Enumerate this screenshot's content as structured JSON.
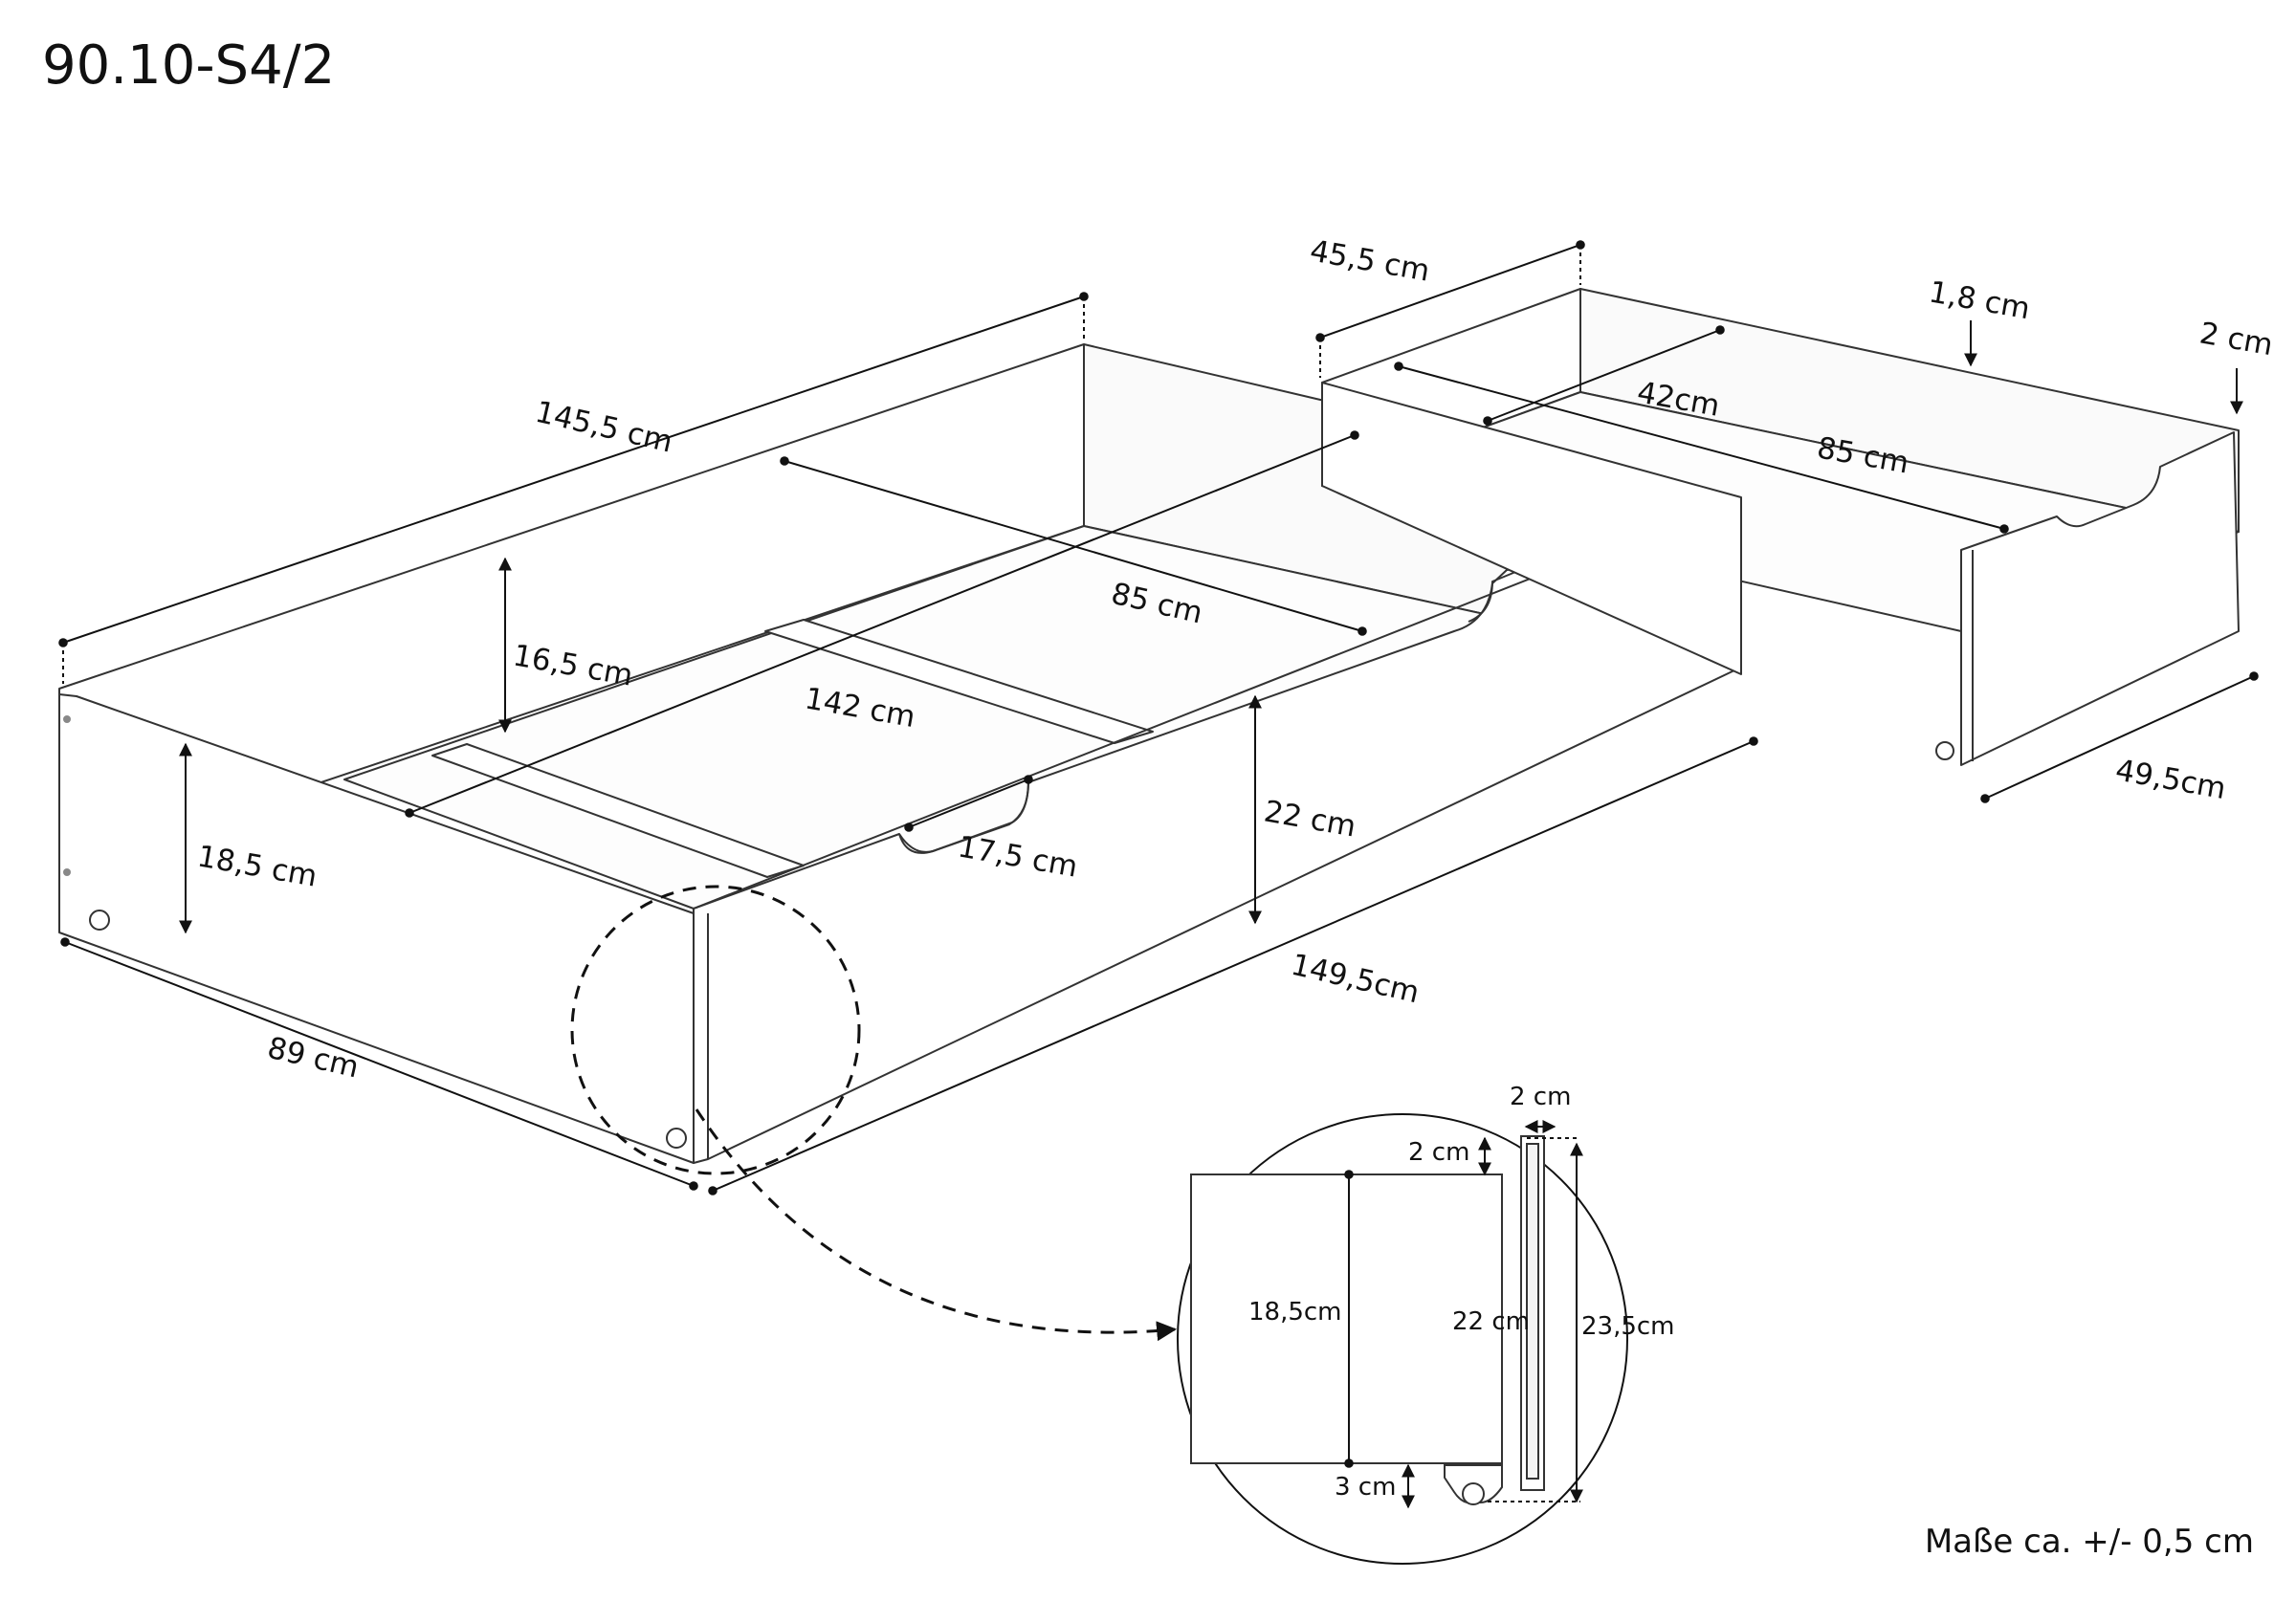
{
  "title": "90.10-S4/2",
  "note": "Maße ca. +/- 0,5 cm",
  "drawer_large": {
    "length_top": "145,5 cm",
    "length_bottom": "149,5cm",
    "depth_front": "89 cm",
    "inner_length": "142 cm",
    "inner_depth": "85 cm",
    "inner_height": "16,5 cm",
    "side_height": "18,5 cm",
    "front_height": "22 cm",
    "handle_depth": "17,5 cm"
  },
  "drawer_small": {
    "depth_back": "45,5 cm",
    "board_thickness": "1,8 cm",
    "front_thickness": "2 cm",
    "inner_width": "42cm",
    "inner_depth": "85 cm",
    "front_width": "49,5cm"
  },
  "detail": {
    "front_thickness": "2 cm",
    "top_offset": "2 cm",
    "side_height": "18,5cm",
    "front_inner_height": "22 cm",
    "front_total_height": "23,5cm",
    "wheel_clearance": "3 cm"
  }
}
